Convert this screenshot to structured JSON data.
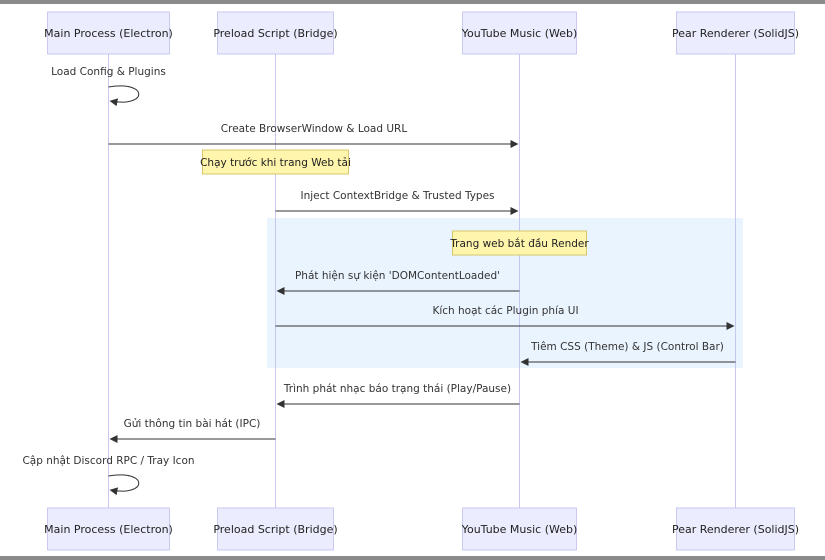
{
  "participants": [
    {
      "id": "main",
      "label": "Main Process (Electron)"
    },
    {
      "id": "preload",
      "label": "Preload Script (Bridge)"
    },
    {
      "id": "web",
      "label": "YouTube Music (Web)"
    },
    {
      "id": "renderer",
      "label": "Pear Renderer (SolidJS)"
    }
  ],
  "steps": [
    {
      "kind": "self",
      "actor": "main",
      "text": "Load Config & Plugins"
    },
    {
      "kind": "message",
      "from": "main",
      "to": "web",
      "text": "Create BrowserWindow & Load URL"
    },
    {
      "kind": "note",
      "over": "preload",
      "text": "Chạy trước khi trang Web tải"
    },
    {
      "kind": "message",
      "from": "preload",
      "to": "web",
      "text": "Inject ContextBridge & Trusted Types"
    },
    {
      "kind": "note",
      "over": "web",
      "text": "Trang web bắt đầu Render"
    },
    {
      "kind": "message",
      "from": "web",
      "to": "preload",
      "text": "Phát hiện sự kiện 'DOMContentLoaded'"
    },
    {
      "kind": "message",
      "from": "preload",
      "to": "renderer",
      "text": "Kích hoạt các Plugin phía UI"
    },
    {
      "kind": "message",
      "from": "renderer",
      "to": "web",
      "text": "Tiêm CSS (Theme) & JS (Control Bar)"
    },
    {
      "kind": "message",
      "from": "web",
      "to": "preload",
      "text": "Trình phát nhạc báo trạng thái (Play/Pause)"
    },
    {
      "kind": "message",
      "from": "preload",
      "to": "main",
      "text": "Gửi thông tin bài hát (IPC)"
    },
    {
      "kind": "self",
      "actor": "main",
      "text": "Cập nhật Discord RPC / Tray Icon"
    }
  ],
  "colors": {
    "actor_fill": "#ECECFF",
    "actor_stroke": "#C9C9F2",
    "lifeline": "#C7C7EF",
    "arrow": "#333333",
    "note_fill": "#FFF5AD",
    "note_stroke": "#D6C86A",
    "highlight": "#EAF4FF"
  }
}
